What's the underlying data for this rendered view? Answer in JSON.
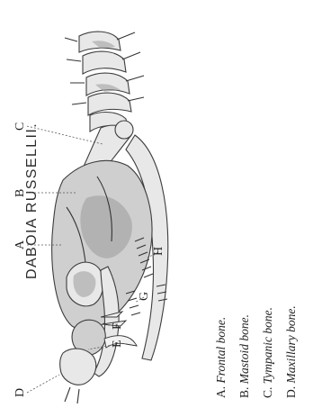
{
  "title": "DABOIA RUSSELLII.",
  "labels": {
    "A": "A",
    "B": "B",
    "C": "C",
    "D": "D",
    "E": "E",
    "F": "F",
    "G": "G",
    "H": "H"
  },
  "legend": [
    {
      "key": "A.",
      "text": "Frontal bone."
    },
    {
      "key": "B.",
      "text": "Mastoid bone."
    },
    {
      "key": "C.",
      "text": "Tympanic bone."
    },
    {
      "key": "D.",
      "text": "Maxillary bone."
    }
  ]
}
